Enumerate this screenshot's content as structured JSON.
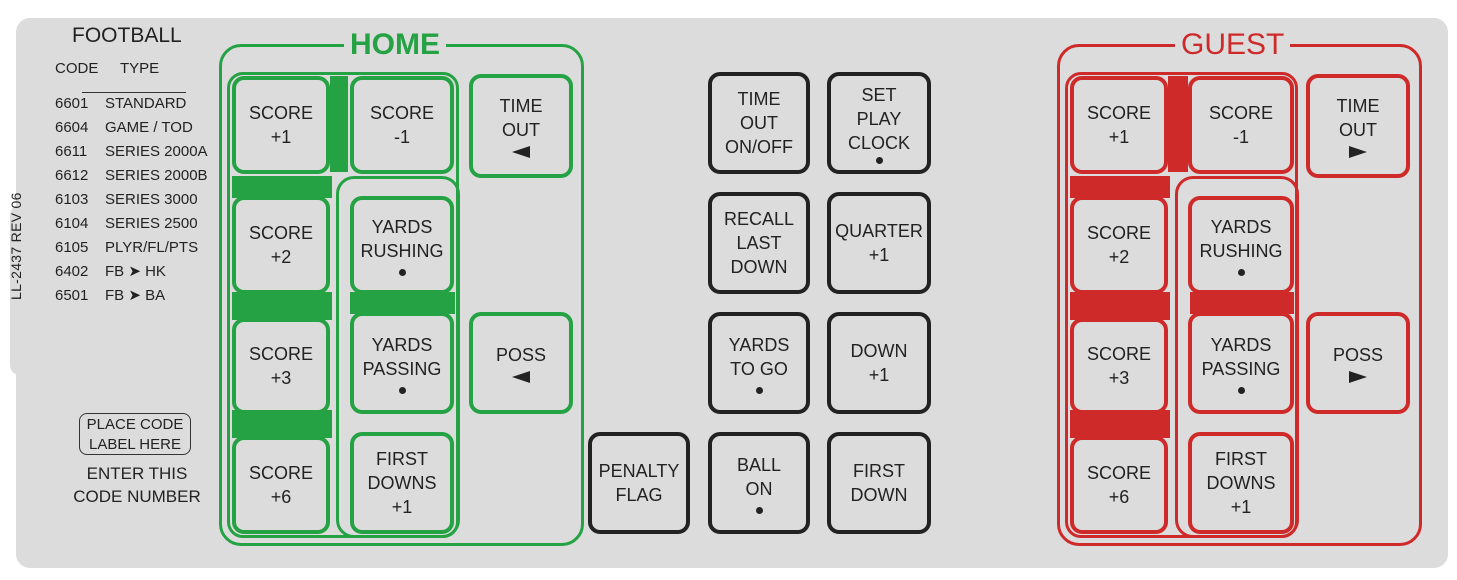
{
  "sidebar": {
    "rev_label": "LL-2437 REV 06",
    "sport_title": "FOOTBALL",
    "col_code": "CODE",
    "col_type": "TYPE",
    "codes": [
      {
        "code": "6601",
        "type": "STANDARD"
      },
      {
        "code": "6604",
        "type": "GAME / TOD"
      },
      {
        "code": "6611",
        "type": "SERIES 2000A"
      },
      {
        "code": "6612",
        "type": "SERIES 2000B"
      },
      {
        "code": "6103",
        "type": "SERIES 3000"
      },
      {
        "code": "6104",
        "type": "SERIES 2500"
      },
      {
        "code": "6105",
        "type": "PLYR/FL/PTS"
      },
      {
        "code": "6402",
        "type": "FB ➤ HK"
      },
      {
        "code": "6501",
        "type": "FB ➤ BA"
      }
    ],
    "place_code_line1": "PLACE CODE",
    "place_code_line2": "LABEL HERE",
    "enter_line1": "ENTER THIS",
    "enter_line2": "CODE NUMBER"
  },
  "colors": {
    "home": "#24a244",
    "guest": "#cf2a2a",
    "center": "#222222",
    "panel": "#dcdcdc"
  },
  "home": {
    "label": "HOME",
    "score_plus1": [
      "SCORE",
      "+1"
    ],
    "score_minus1": [
      "SCORE",
      "-1"
    ],
    "time_out": [
      "TIME",
      "OUT"
    ],
    "score_plus2": [
      "SCORE",
      "+2"
    ],
    "yards_rushing": [
      "YARDS",
      "RUSHING"
    ],
    "score_plus3": [
      "SCORE",
      "+3"
    ],
    "yards_passing": [
      "YARDS",
      "PASSING"
    ],
    "poss": [
      "POSS"
    ],
    "score_plus6": [
      "SCORE",
      "+6"
    ],
    "first_downs": [
      "FIRST",
      "DOWNS",
      "+1"
    ]
  },
  "guest": {
    "label": "GUEST",
    "score_plus1": [
      "SCORE",
      "+1"
    ],
    "score_minus1": [
      "SCORE",
      "-1"
    ],
    "time_out": [
      "TIME",
      "OUT"
    ],
    "score_plus2": [
      "SCORE",
      "+2"
    ],
    "yards_rushing": [
      "YARDS",
      "RUSHING"
    ],
    "score_plus3": [
      "SCORE",
      "+3"
    ],
    "yards_passing": [
      "YARDS",
      "PASSING"
    ],
    "poss": [
      "POSS"
    ],
    "score_plus6": [
      "SCORE",
      "+6"
    ],
    "first_downs": [
      "FIRST",
      "DOWNS",
      "+1"
    ]
  },
  "center": {
    "time_out_onoff": [
      "TIME",
      "OUT",
      "ON/OFF"
    ],
    "set_play_clock": [
      "SET",
      "PLAY",
      "CLOCK"
    ],
    "recall_last_down": [
      "RECALL",
      "LAST",
      "DOWN"
    ],
    "quarter_plus1": [
      "QUARTER",
      "+1"
    ],
    "yards_to_go": [
      "YARDS",
      "TO GO"
    ],
    "down_plus1": [
      "DOWN",
      "+1"
    ],
    "penalty_flag": [
      "PENALTY",
      "FLAG"
    ],
    "ball_on": [
      "BALL",
      "ON"
    ],
    "first_down": [
      "FIRST",
      "DOWN"
    ]
  }
}
